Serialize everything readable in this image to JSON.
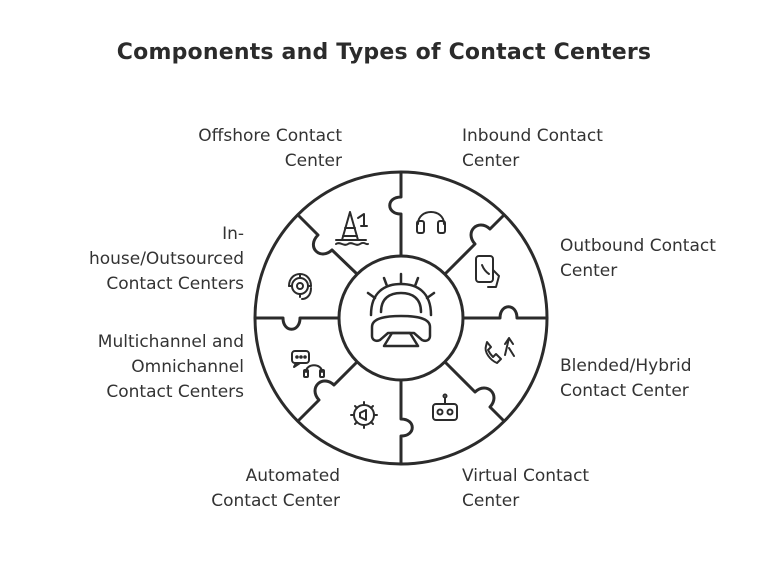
{
  "title": "Components and Types of Contact Centers",
  "center": {
    "icon": "gear-phone-icon"
  },
  "segments": [
    {
      "label": "Inbound Contact Center",
      "icon": "headphones-icon"
    },
    {
      "label": "Outbound Contact Center",
      "icon": "mobile-call-icon"
    },
    {
      "label": "Blended/Hybrid Contact Center",
      "icon": "phone-arrow-icon"
    },
    {
      "label": "Virtual Contact Center",
      "icon": "robot-icon"
    },
    {
      "label": "Automated Contact Center",
      "icon": "gear-megaphone-icon"
    },
    {
      "label": "Multichannel and Omnichannel Contact Centers",
      "icon": "chat-headset-icon"
    },
    {
      "label": "In-house/Outsourced Contact Centers",
      "icon": "gear-headset-icon"
    },
    {
      "label": "Offshore Contact Center",
      "icon": "oil-rig-icon"
    }
  ],
  "colors": {
    "stroke": "#2b2b2b",
    "fill": "#ffffff",
    "text": "#333333"
  }
}
